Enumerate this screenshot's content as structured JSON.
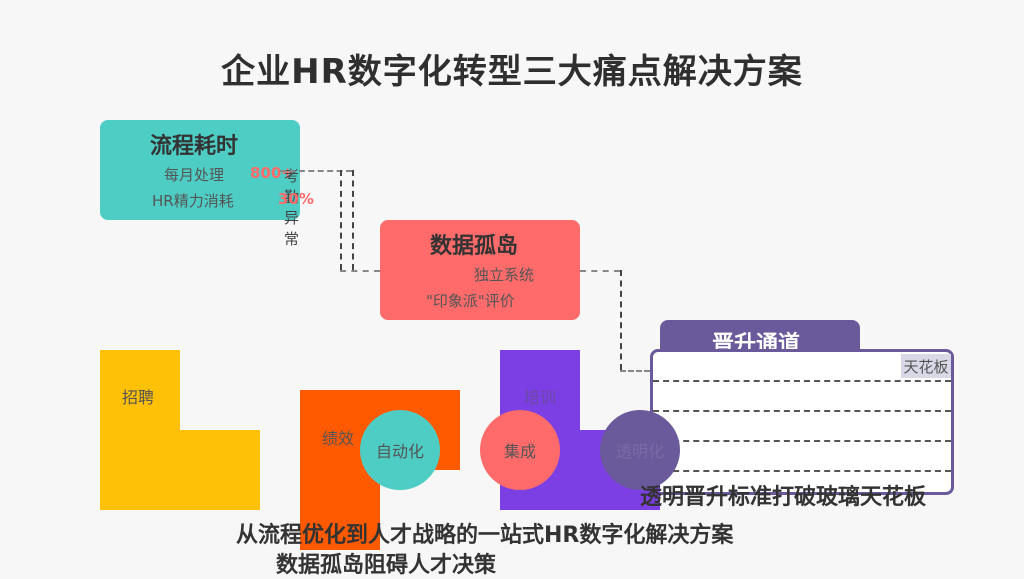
{
  "title": "企业HR数字化转型三大痛点解决方案",
  "card1": {
    "title": "流程耗时",
    "row1_label": "每月处理",
    "row1_value": "800+",
    "row1_extra": "考勤异常",
    "row2_label": "HR精力消耗",
    "row2_value": "30%"
  },
  "card2": {
    "title": "数据孤岛",
    "line1": "独立系统",
    "line2": "\"印象派\"评价"
  },
  "card3": {
    "title": "晋升通道",
    "ceiling": "天花板"
  },
  "blocks": {
    "recruit": "招聘",
    "performance": "绩效",
    "training": "培训"
  },
  "circles": {
    "automation": "自动化",
    "integration": "集成",
    "transparent": "透明化"
  },
  "captions": {
    "promotion": "透明晋升标准打破玻璃天花板",
    "solution": "从流程优化到人才战略的一站式HR数字化解决方案",
    "silo": "数据孤岛阻碍人才决策"
  },
  "colors": {
    "teal": "#4ecdc4",
    "coral": "#ff6b6b",
    "amber": "#ffc107",
    "orange": "#ff5a00",
    "purple": "#7b3fe4",
    "slate_purple": "#6a5a9b"
  }
}
